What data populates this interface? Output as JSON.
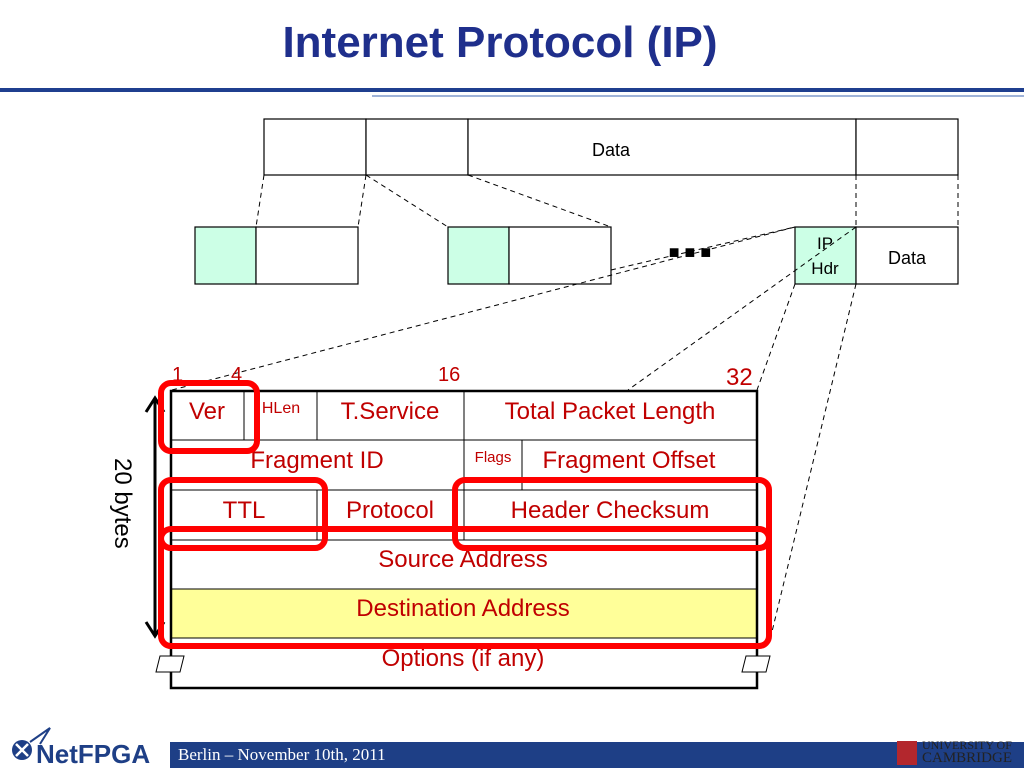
{
  "title": "Internet Protocol (IP)",
  "top_packet": {
    "data_label": "Data"
  },
  "fragment": {
    "ip_label_line1": "IP",
    "ip_label_line2": "Hdr",
    "data_label": "Data",
    "ellipsis": "■ ■ ■"
  },
  "bit_marks": [
    "1",
    "4",
    "16",
    "32"
  ],
  "side_label": "20 bytes",
  "header_fields": {
    "ver": "Ver",
    "hlen": "HLen",
    "tservice": "T.Service",
    "total_length": "Total Packet Length",
    "fragment_id": "Fragment ID",
    "flags": "Flags",
    "fragment_offset": "Fragment Offset",
    "ttl": "TTL",
    "protocol": "Protocol",
    "checksum": "Header Checksum",
    "source": "Source Address",
    "destination": "Destination Address",
    "options": "Options (if any)"
  },
  "footer": {
    "text": "Berlin – November 10th, 2011",
    "logo_left": "NetFPGA",
    "logo_right_line1": "UNIVERSITY OF",
    "logo_right_line2": "CAMBRIDGE"
  },
  "colors": {
    "title": "#1f2f8c",
    "field_text": "#c00000",
    "highlight": "#ff0000",
    "hdr_fill": "#ccffe6",
    "dest_fill": "#ffff99",
    "footer": "#1e3f86"
  }
}
